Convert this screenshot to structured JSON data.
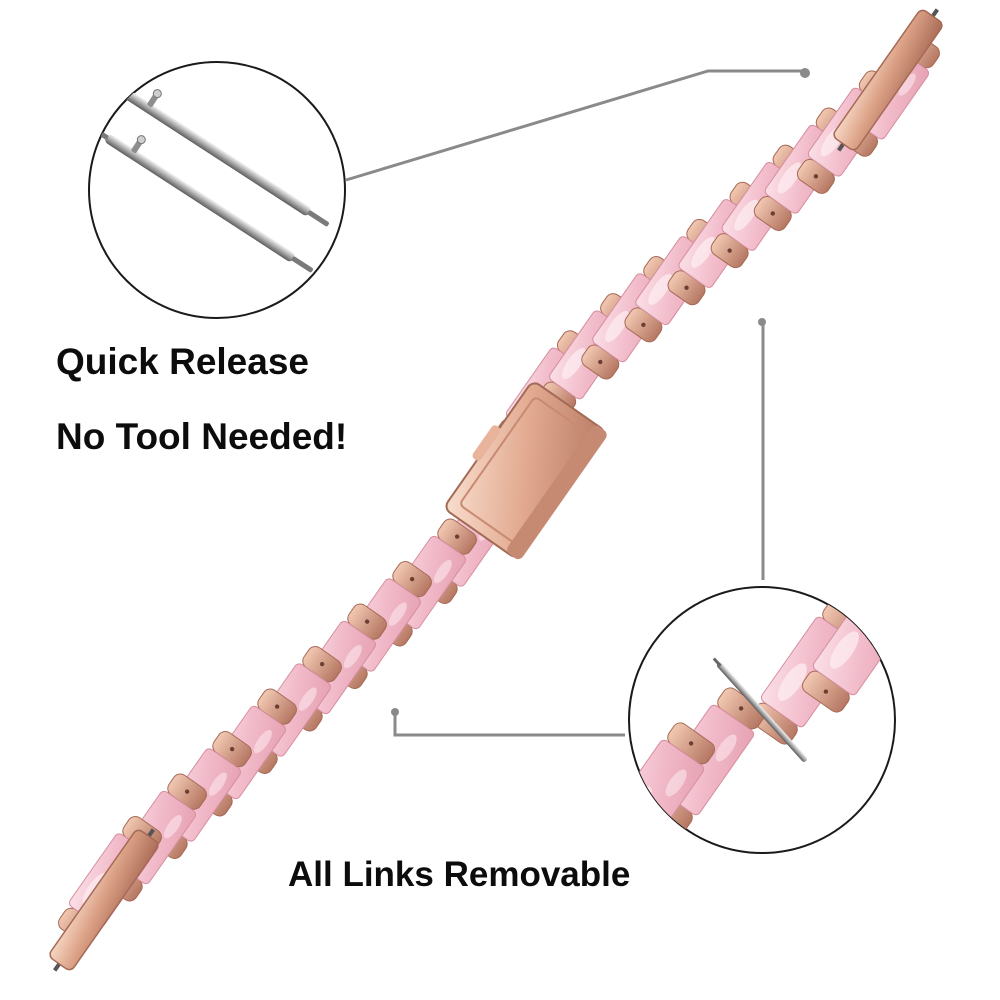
{
  "captions": {
    "quick_release": "Quick Release",
    "no_tool": "No Tool Needed!",
    "links_removable": "All Links  Removable"
  },
  "colors": {
    "background": "#ffffff",
    "text": "#0c0c0c",
    "rose_gold": "#d9a084",
    "rose_gold_dark": "#a86a55",
    "rose_gold_light": "#f5d2bd",
    "pink_resin": "#f3c0cc",
    "pink_resin_dark": "#e39aab",
    "pink_resin_light": "#fbe3ea",
    "callout_line": "#8a8a8a",
    "circle_border": "#1a1a1a"
  },
  "icons": {
    "quick_release_detail": "spring-bar-pins-icon",
    "links_detail": "removed-link-icon"
  }
}
